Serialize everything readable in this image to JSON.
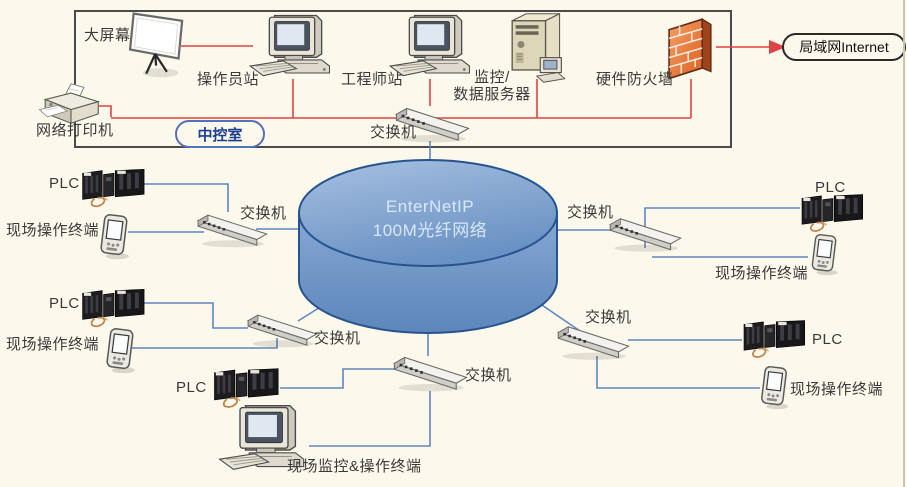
{
  "colors": {
    "background": "#fcf8eb",
    "box_border": "#4a4a4a",
    "red_line": "#e04343",
    "blue_line": "#5f86c2",
    "control_pill_border": "#5472b8",
    "control_pill_text": "#1d3f8f",
    "disk_top": "#8fadd4",
    "disk_side": "#6e95c6",
    "disk_border": "#27548f",
    "disk_text": "#d9e7f8",
    "firewall_orange": "#e8743a"
  },
  "control_room": {
    "label": "中控室",
    "big_screen": "大屏幕",
    "operator_station": "操作员站",
    "engineer_station": "工程师站",
    "server_line1": "监控/",
    "server_line2": "数据服务器",
    "firewall": "硬件防火墙",
    "printer": "网络打印机",
    "switch": "交换机"
  },
  "internet": {
    "label": "局域网Internet"
  },
  "core_network": {
    "line1": "EnterNetIP",
    "line2": "100M光纤网络"
  },
  "field_groups": {
    "left_top": {
      "switch": "交换机",
      "plc": "PLC",
      "terminal": "现场操作终端"
    },
    "left_middle": {
      "switch": "交换机",
      "plc": "PLC",
      "terminal": "现场操作终端"
    },
    "bottom": {
      "switch": "交换机",
      "plc": "PLC",
      "terminal": "现场监控&操作终端"
    },
    "right_top": {
      "switch": "交换机",
      "plc": "PLC",
      "terminal": "现场操作终端"
    },
    "right_bottom": {
      "switch": "交换机",
      "plc": "PLC",
      "terminal": "现场操作终端"
    }
  }
}
